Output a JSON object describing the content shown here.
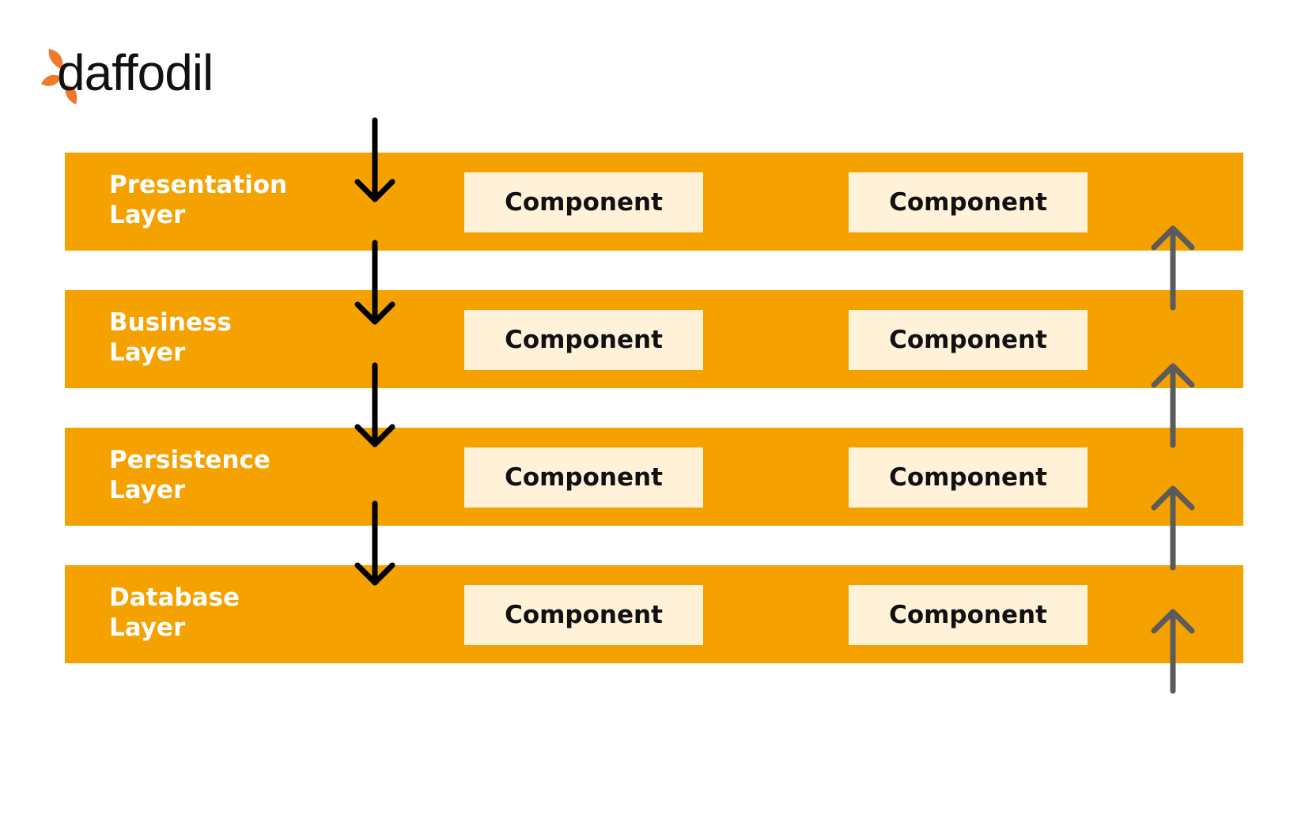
{
  "logo": {
    "text": "daffodil",
    "accent_color": "#F07A2A"
  },
  "colors": {
    "layer_band": "#F5A100",
    "component_fill": "#FFF2D9",
    "down_arrow": "#000000",
    "up_arrow": "#5B5B5B"
  },
  "layers": [
    {
      "label_line1": "Presentation",
      "label_line2": "Layer",
      "components": [
        "Component",
        "Component"
      ]
    },
    {
      "label_line1": "Business",
      "label_line2": "Layer",
      "components": [
        "Component",
        "Component"
      ]
    },
    {
      "label_line1": "Persistence",
      "label_line2": "Layer",
      "components": [
        "Component",
        "Component"
      ]
    },
    {
      "label_line1": "Database",
      "label_line2": "Layer",
      "components": [
        "Component",
        "Component"
      ]
    }
  ],
  "flow": {
    "down_arrow_icon": "arrow-down-icon",
    "up_arrow_icon": "arrow-up-icon",
    "down_arrow_count": 4,
    "up_arrow_count": 4
  }
}
